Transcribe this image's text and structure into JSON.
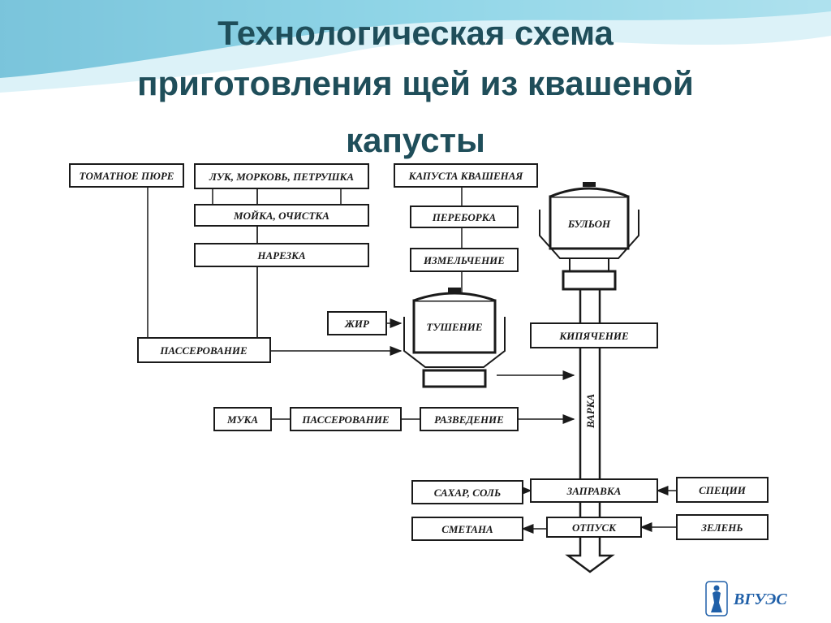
{
  "title": {
    "line1": "Технологическая схема",
    "line2": "приготовления щей из квашеной",
    "line3": "капусты"
  },
  "nodes": {
    "tomato": "ТОМАТНОЕ ПЮРЕ",
    "onion": "ЛУК, МОРКОВЬ, ПЕТРУШКА",
    "wash": "МОЙКА, ОЧИСТКА",
    "cut": "НАРЕЗКА",
    "cabbage": "КАПУСТА КВАШЕНАЯ",
    "sort": "ПЕРЕБОРКА",
    "grind": "ИЗМЕЛЬЧЕНИЕ",
    "broth": "БУЛЬОН",
    "fat": "ЖИР",
    "stew": "ТУШЕНИЕ",
    "saute1": "ПАССЕРОВАНИЕ",
    "boiling": "КИПЯЧЕНИЕ",
    "cooking": "ВАРКА",
    "flour": "МУКА",
    "saute2": "ПАССЕРОВАНИЕ",
    "dilute": "РАЗВЕДЕНИЕ",
    "sugar": "САХАР, СОЛЬ",
    "dressing": "ЗАПРАВКА",
    "spices": "СПЕЦИИ",
    "cream": "СМЕТАНА",
    "serve": "ОТПУСК",
    "greens": "ЗЕЛЕНЬ"
  },
  "logo": {
    "text": "ВГУЭС"
  },
  "colors": {
    "title": "#1f4e5a",
    "wave": "#2b9fc4",
    "logo": "#1f5fa8"
  }
}
